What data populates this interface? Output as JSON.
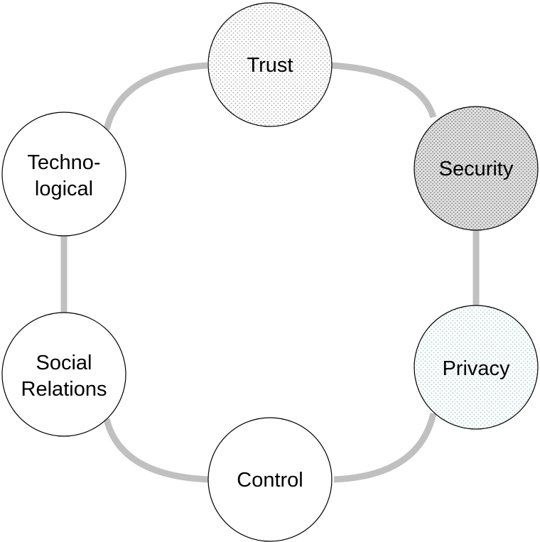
{
  "diagram": {
    "type": "cycle",
    "connector_color": "#c0c0c0",
    "nodes": [
      {
        "id": "trust",
        "label_lines": [
          "Trust"
        ],
        "fill": "dots-light-gray"
      },
      {
        "id": "security",
        "label_lines": [
          "Security"
        ],
        "fill": "dots-dark-gray"
      },
      {
        "id": "privacy",
        "label_lines": [
          "Privacy"
        ],
        "fill": "dots-teal"
      },
      {
        "id": "control",
        "label_lines": [
          "Control"
        ],
        "fill": "white"
      },
      {
        "id": "social-relations",
        "label_lines": [
          "Social",
          "Relations"
        ],
        "fill": "white"
      },
      {
        "id": "technological",
        "label_lines": [
          "Techno-",
          "logical"
        ],
        "fill": "white"
      }
    ]
  },
  "colors": {
    "stroke": "#000000",
    "dots_light_gray": "#a8a8a8",
    "dots_dark_gray": "#8a8a8a",
    "dots_teal": "#9fcfcf"
  }
}
